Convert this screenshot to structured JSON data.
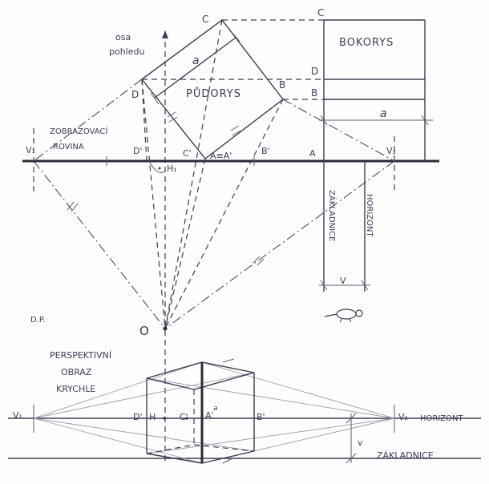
{
  "labels": {
    "osa_pohledu_1": "osa",
    "osa_pohledu_2": "pohledu",
    "pudorys": "PŮDORYS",
    "bokorys": "BOKORYS",
    "zobrazovaci_1": "ZOBRAZOVACÍ",
    "zobrazovaci_2": "ROVINA",
    "zakladnice_vertical": "ZÁKLADNICE",
    "horizont_vertical": "HORIZONT",
    "dp": "D.P.",
    "perspektivni_1": "PERSPEKTIVNÍ",
    "perspektivni_2": "OBRAZ",
    "perspektivni_3": "KRYCHLE",
    "horizont": "HORIZONT",
    "zakladnice": "ZÁKLADNICE"
  },
  "points": {
    "C": "C",
    "C_right": "C",
    "D": "D",
    "B": "B",
    "D_side": "D",
    "B_side": "B",
    "a_top": "a",
    "a_side": "a",
    "V1": "V₁",
    "V2": "V₂",
    "D_prime": "D'",
    "C_prime": "C'",
    "A_eq": "A≡A'",
    "B_prime": "B'",
    "A": "A",
    "H1": "H₁",
    "O": "O",
    "v_side": "V",
    "V1_bottom": "V₁",
    "V2_bottom": "V₂",
    "D_bottom": "D'",
    "H_bottom": "H",
    "C_bottom": "C'",
    "A_bottom": "A'",
    "a_bottom": "a",
    "B_bottom": "B'",
    "v_bottom": "v"
  }
}
